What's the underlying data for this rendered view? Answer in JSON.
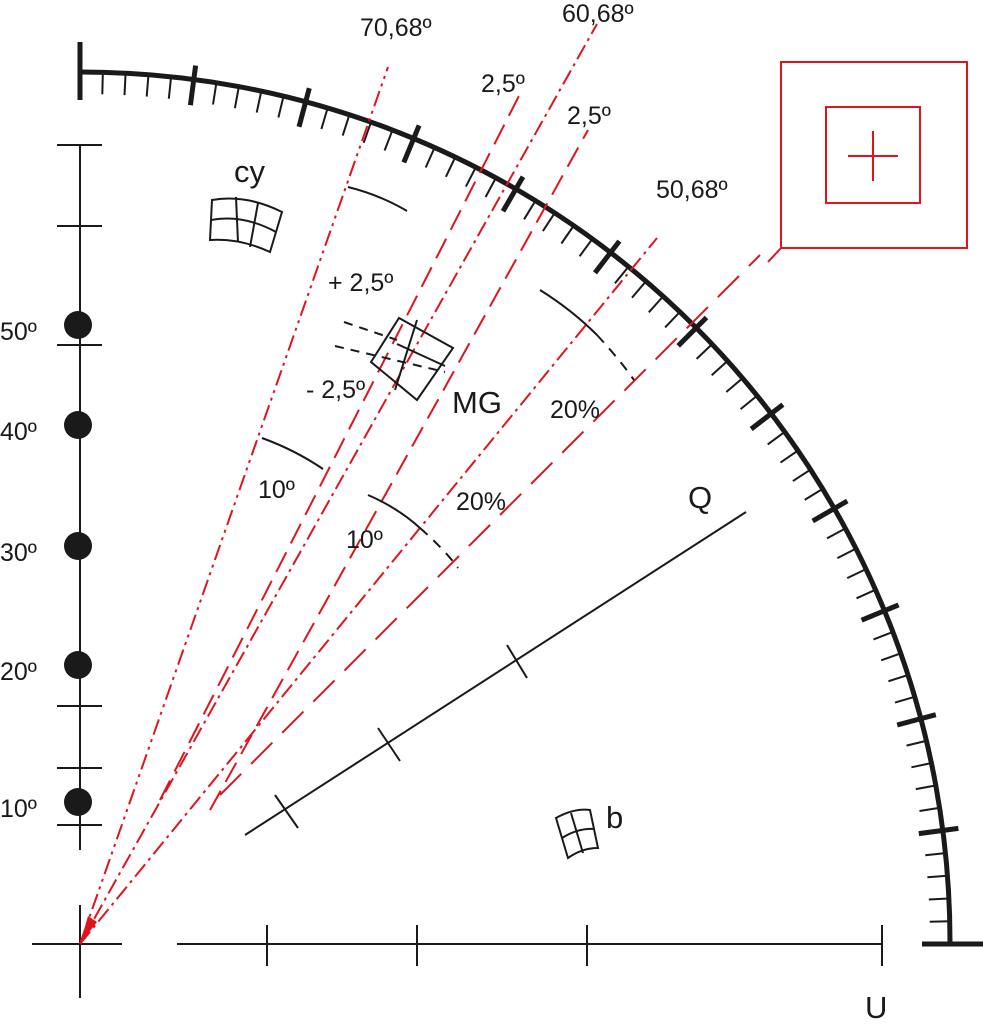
{
  "colors": {
    "ink": "#1a1a1a",
    "accent": "#e0141e"
  },
  "icons": {
    "cell_grid": "curved-grid-icon",
    "crosshair": "crosshair-icon"
  },
  "labels": {
    "cy": "cy",
    "b": "b",
    "q": "Q",
    "u": "U",
    "mg": "MG"
  },
  "angle_lines": [
    {
      "label": "70,68º",
      "angle": 70.68,
      "style": "dash-dot-dot"
    },
    {
      "label": "60,68º",
      "angle": 60.68,
      "style": "dash-dot"
    },
    {
      "label": "50,68º",
      "angle": 50.68,
      "style": "dash-dot"
    }
  ],
  "offset_lines": [
    {
      "label": "2,5º",
      "from": "70,68º"
    },
    {
      "label": "2,5º",
      "from": "60,68º"
    }
  ],
  "tolerance_labels": {
    "plus": "+ 2,5º",
    "minus": "- 2,5º"
  },
  "arc_labels": [
    {
      "label": "10º",
      "group": "inner"
    },
    {
      "label": "10º",
      "group": "middle"
    },
    {
      "label": "20%",
      "group": "middle"
    },
    {
      "label": "20%",
      "group": "outer"
    }
  ],
  "vertical_scale": {
    "markers": [
      "50º",
      "40º",
      "30º",
      "20º",
      "10º"
    ]
  }
}
